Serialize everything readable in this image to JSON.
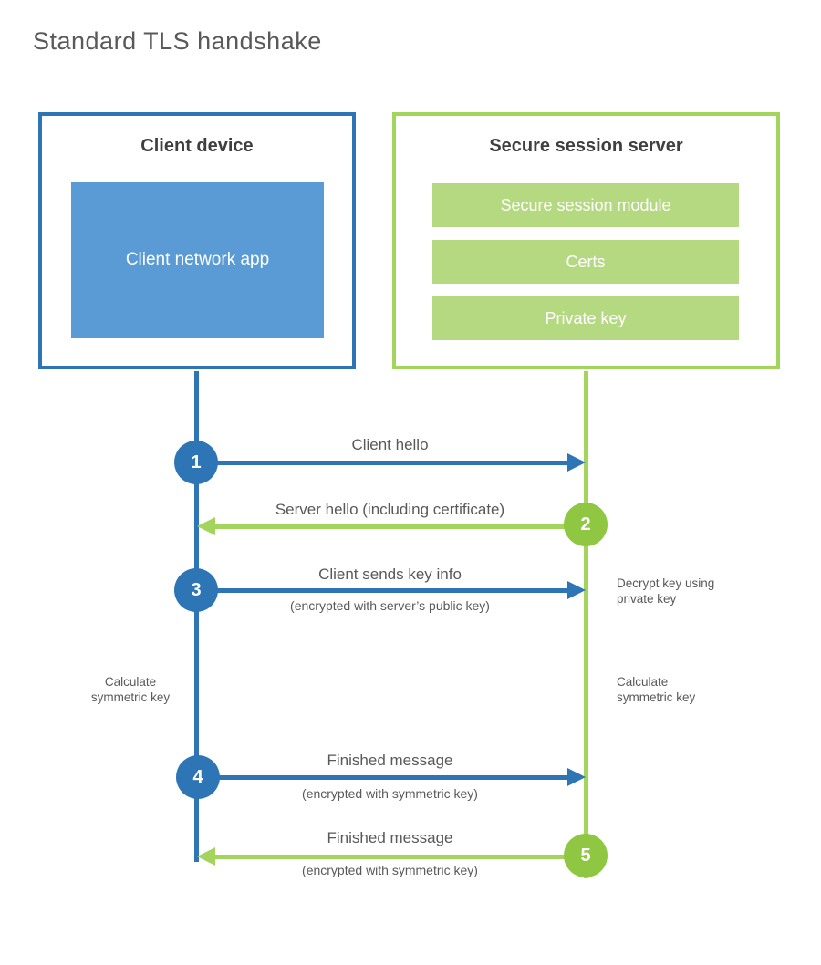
{
  "title": "Standard TLS handshake",
  "client": {
    "title": "Client device",
    "app_label": "Client network app"
  },
  "server": {
    "title": "Secure session server",
    "modules": [
      "Secure session module",
      "Certs",
      "Private key"
    ]
  },
  "steps": [
    {
      "num": "1",
      "label": "Client hello",
      "direction": "client-to-server"
    },
    {
      "num": "2",
      "label": "Server hello (including certificate)",
      "direction": "server-to-client"
    },
    {
      "num": "3",
      "label": "Client sends key info",
      "sub": "(encrypted with server’s public key)",
      "direction": "client-to-server"
    },
    {
      "num": "4",
      "label": "Finished message",
      "sub": "(encrypted with symmetric key)",
      "direction": "client-to-server"
    },
    {
      "num": "5",
      "label": "Finished message",
      "sub": "(encrypted with symmetric key)",
      "direction": "server-to-client"
    }
  ],
  "annotations": {
    "decrypt_note": "Decrypt key using private key",
    "calc_left": "Calculate symmetric key",
    "calc_right": "Calculate symmetric key"
  },
  "colors": {
    "blue": "#2e75b6",
    "blue_fill": "#5b9bd5",
    "green_line": "#a3d45c",
    "green_circle": "#8fc742",
    "green_fill": "#b5d981",
    "heading_text": "#3f3f3f",
    "body_text": "#595959"
  }
}
